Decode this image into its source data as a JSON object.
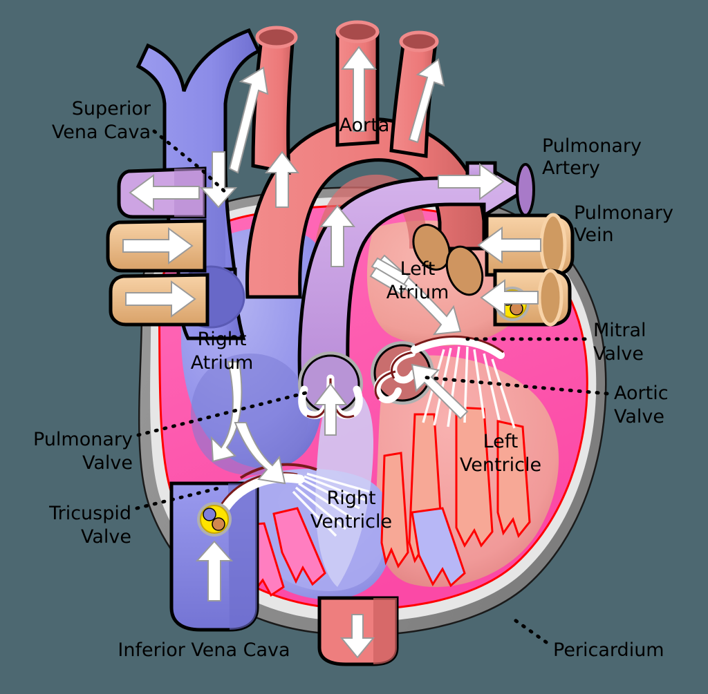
{
  "diagram": {
    "title": "Human Heart Cross-Section (Anterior View)",
    "background_color": "#4d6871"
  },
  "labels": {
    "superior_vena_cava_l1": "Superior",
    "superior_vena_cava_l2": "Vena Cava",
    "aorta": "Aorta",
    "pulmonary_artery_l1": "Pulmonary",
    "pulmonary_artery_l2": "Artery",
    "pulmonary_vein_l1": "Pulmonary",
    "pulmonary_vein_l2": "Vein",
    "left_atrium_l1": "Left",
    "left_atrium_l2": "Atrium",
    "right_atrium_l1": "Right",
    "right_atrium_l2": "Atrium",
    "mitral_valve_l1": "Mitral",
    "mitral_valve_l2": "Valve",
    "aortic_valve_l1": "Aortic",
    "aortic_valve_l2": "Valve",
    "pulmonary_valve_l1": "Pulmonary",
    "pulmonary_valve_l2": "Valve",
    "tricuspid_valve_l1": "Tricuspid",
    "tricuspid_valve_l2": "Valve",
    "left_ventricle_l1": "Left",
    "left_ventricle_l2": "Ventricle",
    "right_ventricle_l1": "Right",
    "right_ventricle_l2": "Ventricle",
    "inferior_vena_cava": "Inferior Vena Cava",
    "pericardium": "Pericardium"
  },
  "colors": {
    "deoxygenated_blue": "#8f8fe8",
    "deoxygenated_blue_dark": "#7272cf",
    "oxygenated_red": "#ef7b7b",
    "oxygenated_red_dark": "#cf6060",
    "myocardium_pink": "#ff5db1",
    "endocardium_red": "#ff0000",
    "pericardium_grey": "#8a8a8a",
    "pericardium_light": "#d8d8d8",
    "pulmonary_artery_violet": "#c79fe0",
    "pulmonary_vein_tan": "#f3c28e",
    "papillary_salmon": "#f7a896",
    "valve_marker_yellow": "#ffe400",
    "arrow_white": "#ffffff",
    "outline_black": "#000000"
  },
  "flow_arrows": [
    {
      "name": "svc-inflow",
      "direction": "down",
      "vessel": "Superior Vena Cava"
    },
    {
      "name": "ivc-inflow",
      "direction": "up",
      "vessel": "Inferior Vena Cava"
    },
    {
      "name": "aorta-branch-1",
      "direction": "up",
      "vessel": "Brachiocephalic"
    },
    {
      "name": "aorta-branch-2",
      "direction": "up",
      "vessel": "Left Common Carotid"
    },
    {
      "name": "aorta-branch-3",
      "direction": "up",
      "vessel": "Left Subclavian"
    },
    {
      "name": "ascending-aorta",
      "direction": "up",
      "vessel": "Ascending Aorta"
    },
    {
      "name": "descending-aorta",
      "direction": "down",
      "vessel": "Descending Aorta"
    },
    {
      "name": "pulmonary-artery-left",
      "direction": "left",
      "vessel": "Left Pulmonary Artery"
    },
    {
      "name": "pulmonary-artery-right",
      "direction": "right",
      "vessel": "Right Pulmonary Artery"
    },
    {
      "name": "pulmonary-vein-left-upper",
      "direction": "right",
      "vessel": "Pulmonary Vein"
    },
    {
      "name": "pulmonary-vein-left-lower",
      "direction": "right",
      "vessel": "Pulmonary Vein"
    },
    {
      "name": "pulmonary-vein-right-upper",
      "direction": "left",
      "vessel": "Pulmonary Vein"
    },
    {
      "name": "pulmonary-vein-right-lower",
      "direction": "left",
      "vessel": "Pulmonary Vein"
    },
    {
      "name": "right-atrium-to-ventricle",
      "direction": "down-right",
      "vessel": "Tricuspid flow"
    },
    {
      "name": "left-atrium-to-ventricle",
      "direction": "down-right",
      "vessel": "Mitral flow"
    },
    {
      "name": "pulmonary-valve-outflow",
      "direction": "up",
      "vessel": "Pulmonary Valve"
    },
    {
      "name": "aortic-valve-outflow",
      "direction": "up-left",
      "vessel": "Aortic Valve"
    }
  ]
}
